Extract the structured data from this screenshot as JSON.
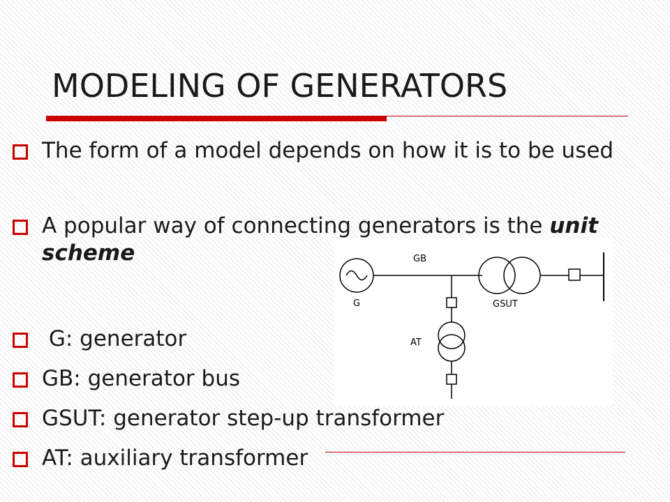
{
  "slide": {
    "title": "MODELING OF GENERATORS",
    "accent_color": "#cc0000",
    "bullets": [
      {
        "text": "The form of a model depends on how it is to be used"
      },
      {
        "text_before": "A popular way of connecting generators is the ",
        "emphasis": "unit scheme"
      },
      {
        "text": " G: generator"
      },
      {
        "text": "GB: generator bus"
      },
      {
        "text": "GSUT: generator step-up transformer"
      },
      {
        "text": "AT: auxiliary transformer"
      }
    ]
  },
  "diagram": {
    "labels": {
      "generator": "G",
      "bus": "GB",
      "step_up": "GSUT",
      "auxiliary": "AT"
    }
  }
}
